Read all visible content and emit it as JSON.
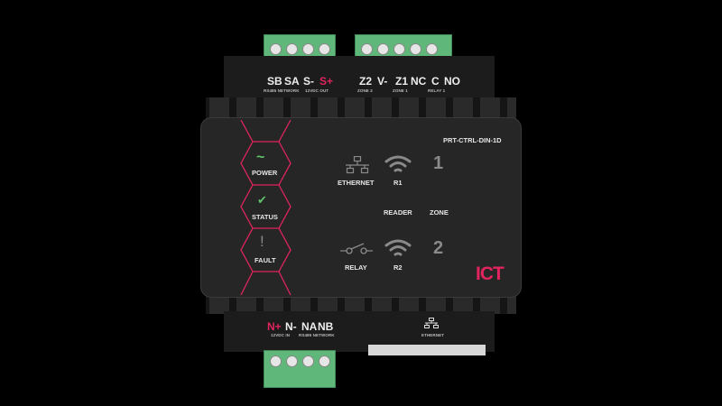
{
  "top_terminals": {
    "labels": [
      "SB",
      "SA",
      "S-",
      "S+",
      "Z2",
      "V-",
      "Z1",
      "NC",
      "C",
      "NO"
    ],
    "groups": [
      "RS485 NETWORK",
      "12VDC OUT",
      "ZONE 2",
      "ZONE 1",
      "RELAY 1"
    ]
  },
  "bottom_terminals": {
    "labels": [
      "N+",
      "N-",
      "NA",
      "NB"
    ],
    "groups": [
      "12VDC IN",
      "RS485 NETWORK",
      "ETHERNET"
    ]
  },
  "panel": {
    "model": "PRT-CTRL-DIN-1D",
    "indicators": [
      {
        "label": "POWER",
        "icon": "tilde-icon"
      },
      {
        "label": "STATUS",
        "icon": "check-icon"
      },
      {
        "label": "FAULT",
        "icon": "exclamation-icon"
      }
    ],
    "ethernet": "ETHERNET",
    "r1": "R1",
    "relay": "RELAY",
    "r2": "R2",
    "reader": "READER",
    "zone": "ZONE",
    "zone1": "1",
    "zone2": "2",
    "brand": "ICT"
  },
  "colors": {
    "accent": "#e0245e",
    "led_green": "#5ec46a",
    "terminal_green": "#5fb77a"
  }
}
